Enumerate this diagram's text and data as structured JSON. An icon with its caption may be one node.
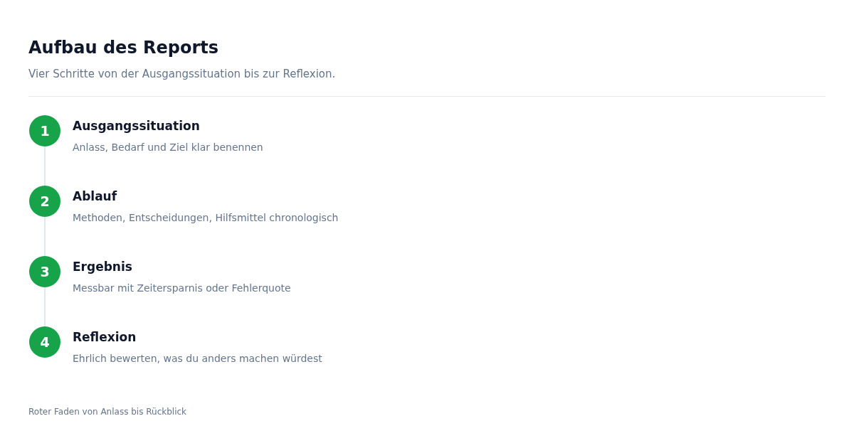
{
  "diagram": {
    "title": "Aufbau des Reports",
    "caption": "Roter Faden von Anlass bis Rückblick",
    "nodes": [
      {
        "text": [
          "1"
        ],
        "beside": [
          "Ausgangssituation",
          "Anlass, Bedarf und Ziel klar benennen"
        ]
      },
      {
        "text": [
          "2"
        ],
        "beside": [
          "Ablauf",
          "Methoden, Entscheidungen, Hilfsmittel chronologisch"
        ]
      },
      {
        "text": [
          "3"
        ],
        "beside": [
          "Ergebnis",
          "Messbar mit Zeitersparnis oder Fehlerquote"
        ]
      },
      {
        "text": [
          "4"
        ],
        "beside": [
          "Reflexion",
          "Ehrlich bewerten, was du anders machen würdest"
        ]
      }
    ],
    "edges": [
      {
        "from": 0,
        "to": 1,
        "arrow": "none"
      },
      {
        "from": 1,
        "to": 2,
        "arrow": "none"
      },
      {
        "from": 2,
        "to": 3,
        "arrow": "none"
      }
    ],
    "labels": [
      "Vier Schritte von der Ausgangssituation bis zur Reflexion."
    ]
  }
}
